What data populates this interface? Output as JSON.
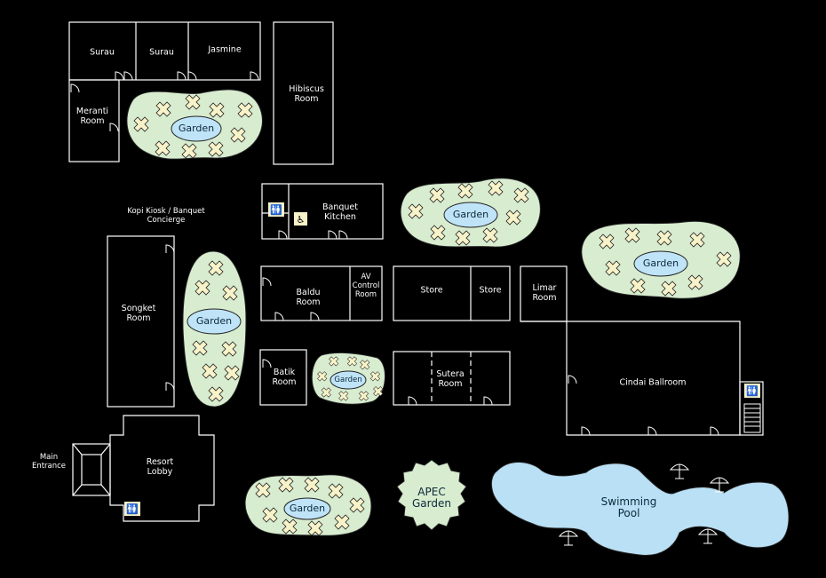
{
  "rooms": {
    "surau_1": "Surau",
    "surau_2": "Surau",
    "jasmine": "Jasmine",
    "meranti": "Meranti\nRoom",
    "hibiscus": "Hibiscus\nRoom",
    "banquet_kitchen": "Banquet\nKitchen",
    "kopi_kiosk": "Kopi Kiosk / Banquet\nConcierge",
    "songket": "Songket\nRoom",
    "baldu": "Baldu\nRoom",
    "av_control": "AV\nControl\nRoom",
    "store_1": "Store",
    "store_2": "Store",
    "limar": "Limar\nRoom",
    "batik": "Batik\nRoom",
    "sutera": "Sutera\nRoom",
    "cindai": "Cindai Ballroom",
    "main_entrance": "Main\nEntrance",
    "resort_lobby": "Resort\nLobby"
  },
  "gardens": {
    "g1": "Garden",
    "g2": "Garden",
    "g3": "Garden",
    "g4": "Garden",
    "g5": "Garden",
    "g6": "Garden",
    "apec": "APEC\nGarden",
    "pool": "Swimming\nPool"
  },
  "icons": {
    "restroom": "restroom-icon",
    "accessible": "wheelchair-icon",
    "umbrella": "beach-umbrella-icon",
    "stairs": "stairs-icon"
  },
  "colors": {
    "background": "#000000",
    "walls": "#ffffff",
    "garden_fill": "#d8ecd0",
    "pond_fill": "#bfe3f7",
    "flower_fill": "#f7f2c8",
    "pool_fill": "#b9e0f5"
  }
}
